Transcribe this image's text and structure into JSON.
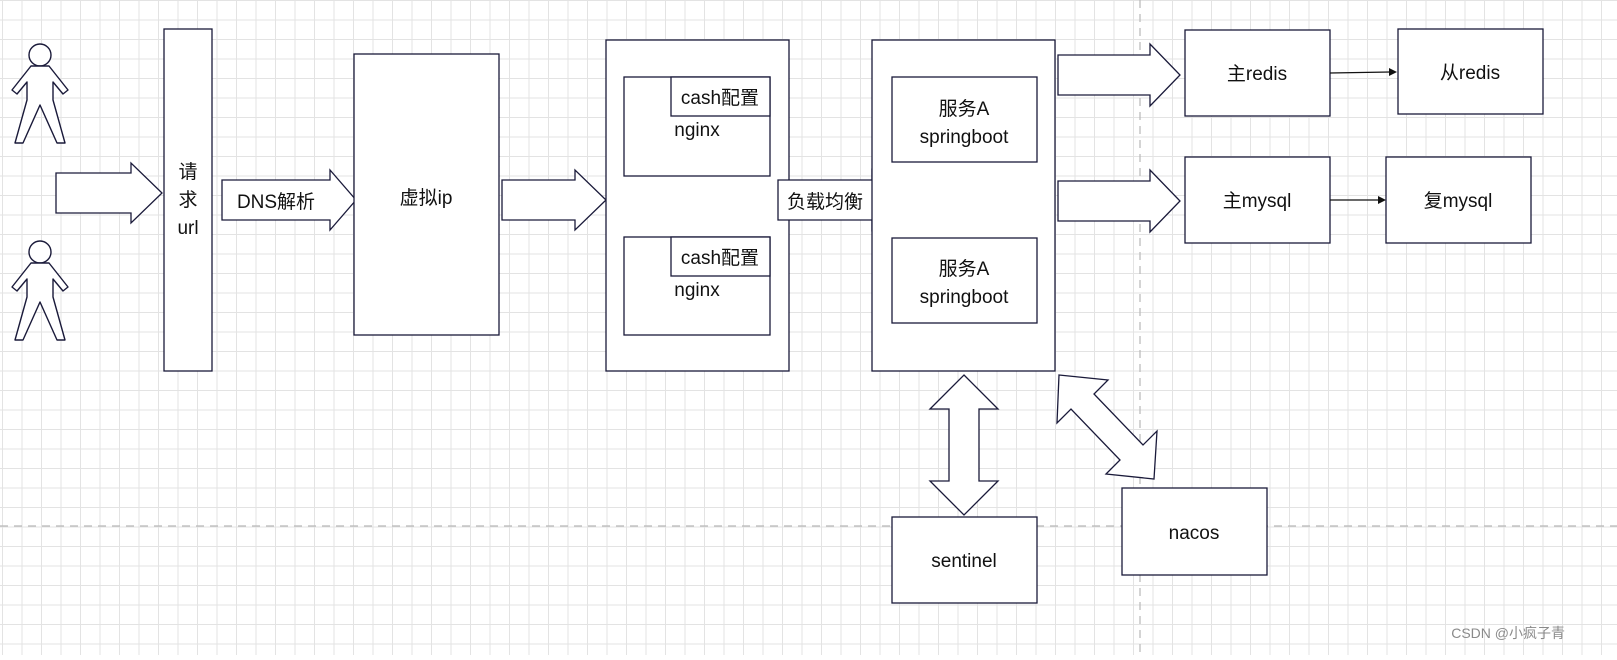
{
  "diagram": {
    "request_url_label": [
      "请",
      "求",
      "url"
    ],
    "dns_label": "DNS解析",
    "virtual_ip_label": "虚拟ip",
    "nginx_cluster": [
      {
        "cache_label": "cash配置",
        "label": "nginx"
      },
      {
        "cache_label": "cash配置",
        "label": "nginx"
      }
    ],
    "load_balance_label": "负载均衡",
    "services": [
      {
        "line1": "服务A",
        "line2": "springboot"
      },
      {
        "line1": "服务A",
        "line2": "springboot"
      }
    ],
    "redis_master_label": "主redis",
    "redis_slave_label": "从redis",
    "mysql_master_label": "主mysql",
    "mysql_replica_label": "复mysql",
    "sentinel_label": "sentinel",
    "nacos_label": "nacos",
    "actor_count": 2
  },
  "watermark": "CSDN @小疯子青",
  "colors": {
    "stroke": "#1a1a3a",
    "grid": "#e3e3e3",
    "page_break": "#b8b8b8"
  }
}
